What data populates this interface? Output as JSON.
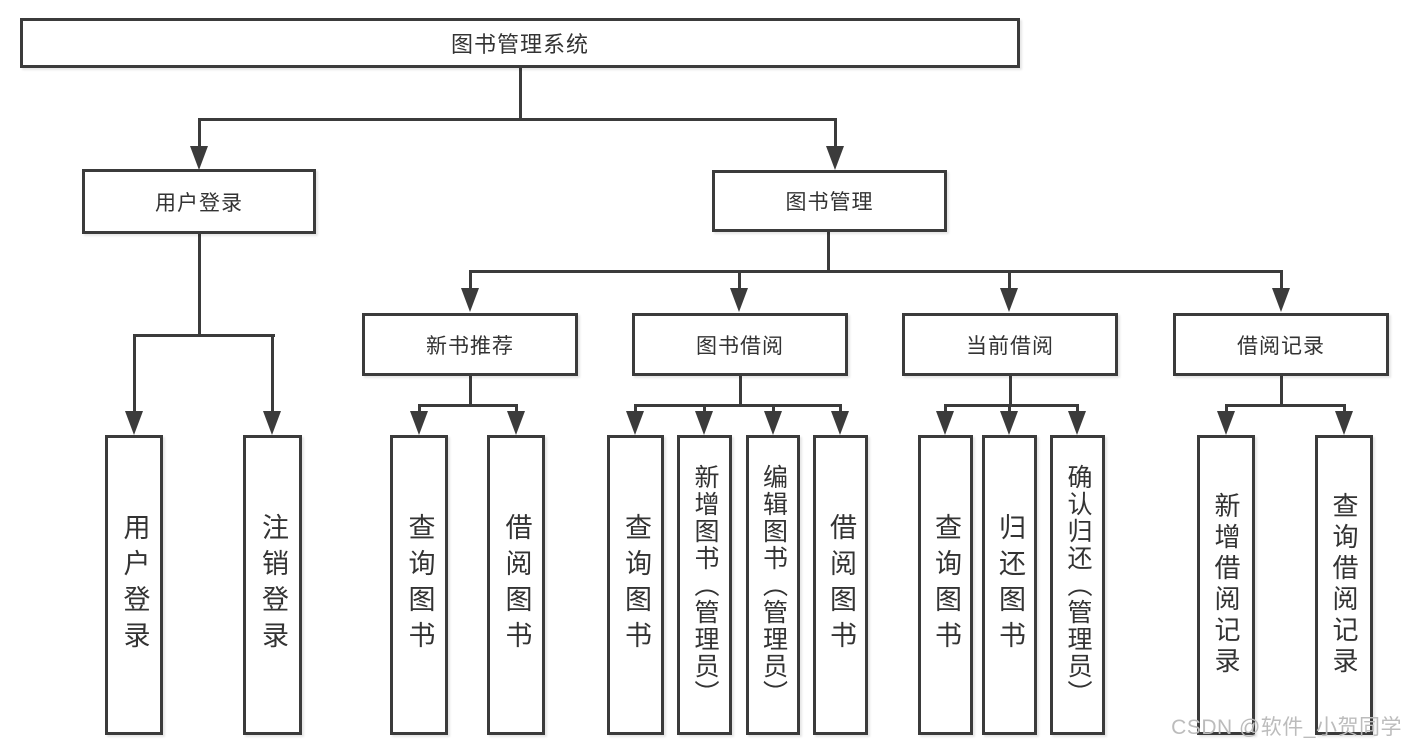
{
  "diagram": {
    "nodes": {
      "root": "图书管理系统",
      "user_login": "用户登录",
      "book_mgmt": "图书管理",
      "new_book_rec": "新书推荐",
      "book_borrow": "图书借阅",
      "current_borrow": "当前借阅",
      "borrow_records": "借阅记录",
      "leaf_user_login": "用户登录",
      "leaf_logout": "注销登录",
      "leaf_query_book_rec": "查询图书",
      "leaf_borrow_book_rec": "借阅图书",
      "leaf_query_book_borrow": "查询图书",
      "leaf_add_book_admin": "新增图书（管理员）",
      "leaf_edit_book_admin": "编辑图书（管理员）",
      "leaf_borrow_book_borrow": "借阅图书",
      "leaf_query_book_current": "查询图书",
      "leaf_return_book": "归还图书",
      "leaf_confirm_return_admin": "确认归还（管理员）",
      "leaf_add_borrow_record": "新增借阅记录",
      "leaf_query_borrow_record": "查询借阅记录"
    },
    "colors": {
      "line": "#3b3b3b",
      "text": "#333333",
      "watermark": "#bcbcbc",
      "background": "#ffffff"
    },
    "watermark": "CSDN @软件_小贺同学"
  }
}
